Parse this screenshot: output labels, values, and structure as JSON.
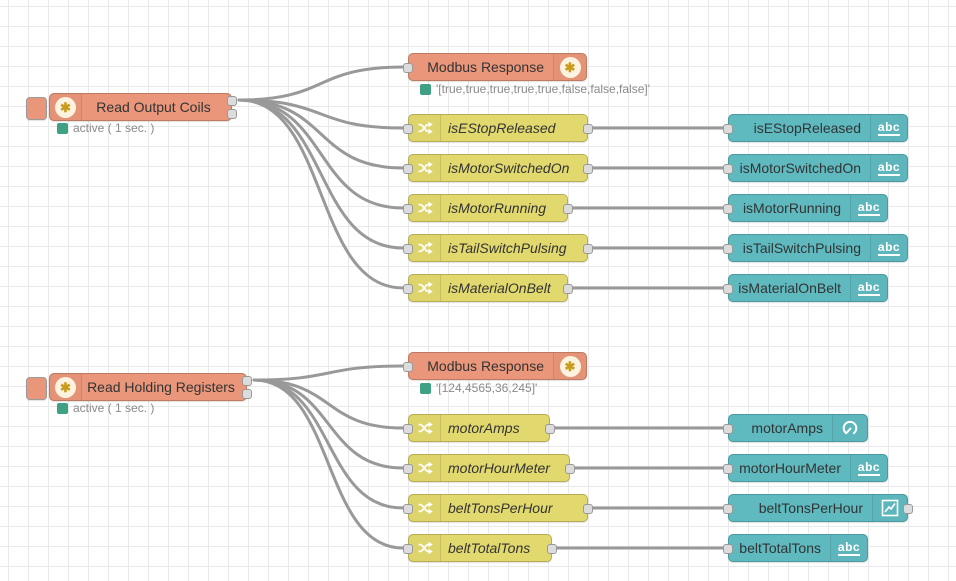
{
  "icons": {
    "abc": "abc",
    "modbus_glyph": "✱"
  },
  "colors": {
    "modbus_node": "#e9967a",
    "change_node": "#e2d96e",
    "dashboard_node": "#5fbac0",
    "wire": "#999999",
    "status_ok": "#3ea183",
    "grid_line": "#e9e9ec"
  },
  "group1": {
    "reader": {
      "label": "Read Output Coils",
      "status": "active ( 1 sec. )"
    },
    "response": {
      "label": "Modbus Response",
      "status": "'[true,true,true,true,true,false,false,false]'"
    },
    "changes": [
      "isEStopReleased",
      "isMotorSwitchedOn",
      "isMotorRunning",
      "isTailSwitchPulsing",
      "isMaterialOnBelt"
    ],
    "widgets": [
      "isEStopReleased",
      "isMotorSwitchedOn",
      "isMotorRunning",
      "isTailSwitchPulsing",
      "isMaterialOnBelt"
    ]
  },
  "group2": {
    "reader": {
      "label": "Read Holding Registers",
      "status": "active ( 1 sec. )"
    },
    "response": {
      "label": "Modbus Response",
      "status": "'[124,4565,36,245]'"
    },
    "changes": [
      "motorAmps",
      "motorHourMeter",
      "beltTonsPerHour",
      "beltTotalTons"
    ],
    "widgets": [
      "motorAmps",
      "motorHourMeter",
      "beltTonsPerHour",
      "beltTotalTons"
    ]
  }
}
